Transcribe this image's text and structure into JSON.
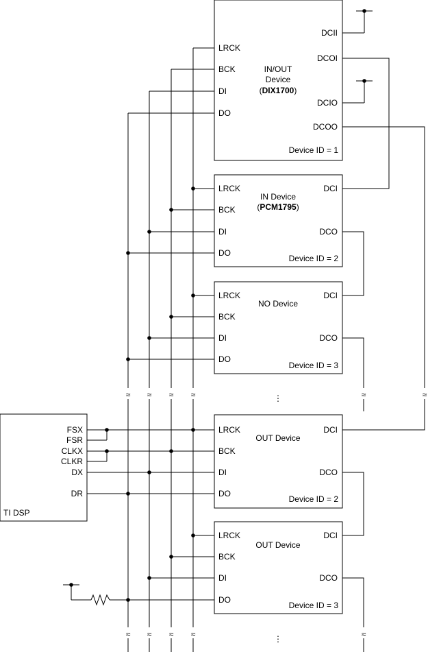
{
  "devices": {
    "inout": {
      "pins_left": [
        "LRCK",
        "BCK",
        "DI",
        "DO"
      ],
      "pins_right": [
        "DCII",
        "DCOI",
        "DCIO",
        "DCOO"
      ],
      "title_line1": "IN/OUT",
      "title_line2": "Device",
      "part_open": "(",
      "part": "DIX1700",
      "part_close": ")",
      "id_text": "Device ID = 1"
    },
    "in": {
      "pins_left": [
        "LRCK",
        "BCK",
        "DI",
        "DO"
      ],
      "pins_right": [
        "DCI",
        "DCO"
      ],
      "title_line1": "IN Device",
      "part_open": "(",
      "part": "PCM1795",
      "part_close": ")",
      "id_text": "Device ID = 2"
    },
    "no": {
      "pins_left": [
        "LRCK",
        "BCK",
        "DI",
        "DO"
      ],
      "pins_right": [
        "DCI",
        "DCO"
      ],
      "title_line1": "NO Device",
      "id_text": "Device ID = 3"
    },
    "out1": {
      "pins_left": [
        "LRCK",
        "BCK",
        "DI",
        "DO"
      ],
      "pins_right": [
        "DCI",
        "DCO"
      ],
      "title_line1": "OUT Device",
      "id_text": "Device ID = 2"
    },
    "out2": {
      "pins_left": [
        "LRCK",
        "BCK",
        "DI",
        "DO"
      ],
      "pins_right": [
        "DCI",
        "DCO"
      ],
      "title_line1": "OUT Device",
      "id_text": "Device ID = 3"
    }
  },
  "dsp": {
    "pins": [
      "FSX",
      "FSR",
      "CLKX",
      "CLKR",
      "DX",
      "DR"
    ],
    "name": "TI DSP"
  },
  "break_glyph": "≈",
  "ellipsis": "⋮"
}
